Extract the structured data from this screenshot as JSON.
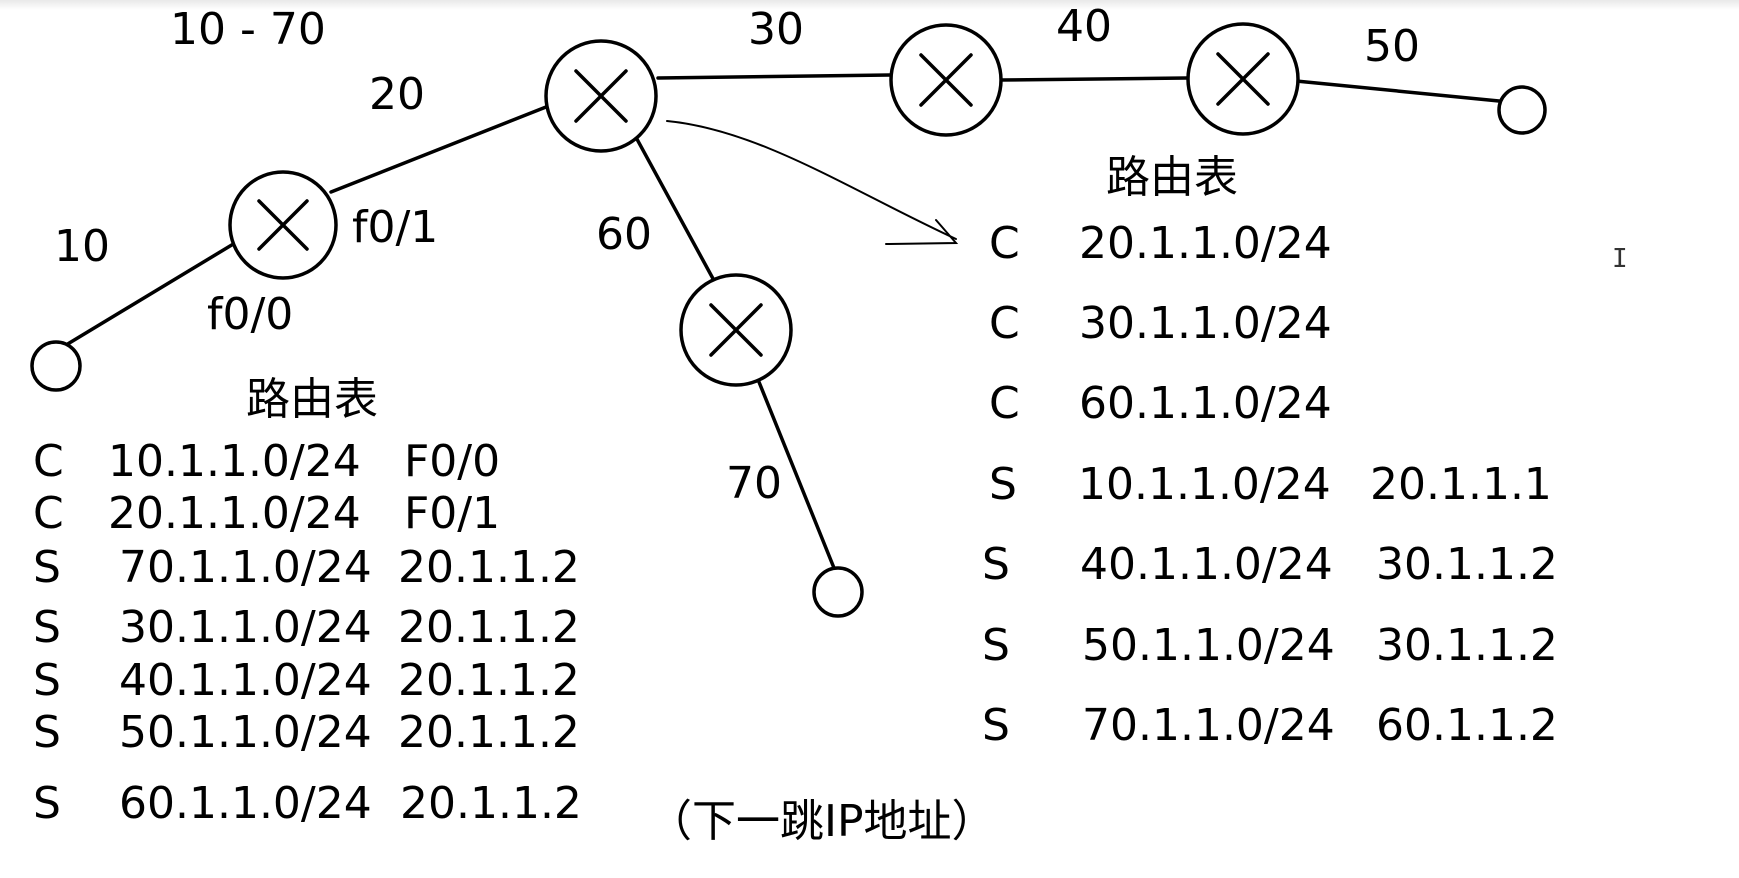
{
  "labels": {
    "range": "10 - 70",
    "link_10": "10",
    "link_20": "20",
    "link_30": "30",
    "link_40": "40",
    "link_50": "50",
    "link_60": "60",
    "link_70": "70",
    "iface_f01": "f0/1",
    "iface_f00": "f0/0"
  },
  "left_table": {
    "title": "路由表",
    "rows": [
      {
        "type": "C",
        "network": "10.1.1.0/24",
        "via": "F0/0"
      },
      {
        "type": "C",
        "network": "20.1.1.0/24",
        "via": "F0/1"
      },
      {
        "type": "S",
        "network": "70.1.1.0/24",
        "via": "20.1.1.2"
      },
      {
        "type": "S",
        "network": "30.1.1.0/24",
        "via": "20.1.1.2"
      },
      {
        "type": "S",
        "network": "40.1.1.0/24",
        "via": "20.1.1.2"
      },
      {
        "type": "S",
        "network": "50.1.1.0/24",
        "via": "20.1.1.2"
      },
      {
        "type": "S",
        "network": "60.1.1.0/24",
        "via": "20.1.1.2"
      }
    ]
  },
  "right_table": {
    "title": "路由表",
    "rows": [
      {
        "type": "C",
        "network": "20.1.1.0/24",
        "via": ""
      },
      {
        "type": "C",
        "network": "30.1.1.0/24",
        "via": ""
      },
      {
        "type": "C",
        "network": "60.1.1.0/24",
        "via": ""
      },
      {
        "type": "S",
        "network": "10.1.1.0/24",
        "via": "20.1.1.1"
      },
      {
        "type": "S",
        "network": "40.1.1.0/24",
        "via": "30.1.1.2"
      },
      {
        "type": "S",
        "network": "50.1.1.0/24",
        "via": "30.1.1.2"
      },
      {
        "type": "S",
        "network": "70.1.1.0/24",
        "via": "60.1.1.2"
      }
    ]
  },
  "next_hop_note": "（下一跳IP地址）",
  "cursor_icon": "text-cursor-icon",
  "colors": {
    "ink": "#000000",
    "background": "#ffffff"
  }
}
